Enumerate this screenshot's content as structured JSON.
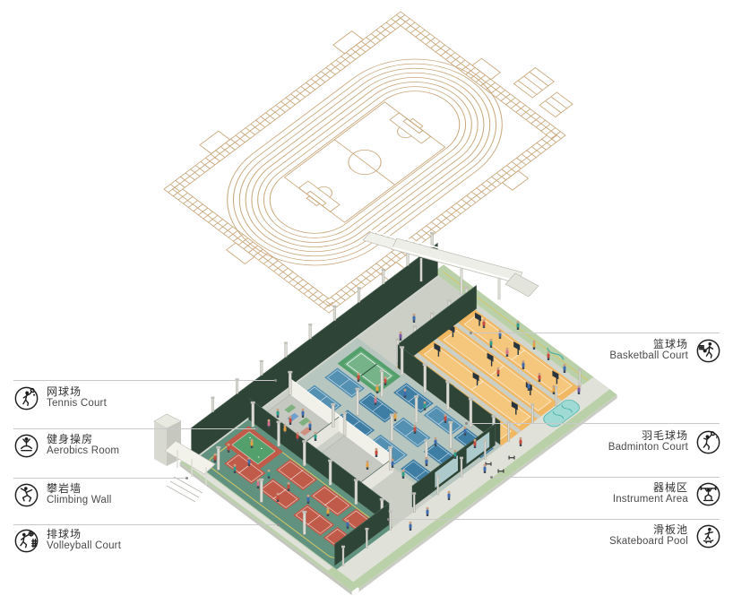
{
  "labels": {
    "left": [
      {
        "zh": "网球场",
        "en": "Tennis Court",
        "icon": "tennis-player-icon"
      },
      {
        "zh": "健身操房",
        "en": "Aerobics Room",
        "icon": "meditation-icon"
      },
      {
        "zh": "攀岩墙",
        "en": "Climbing Wall",
        "icon": "climber-icon"
      },
      {
        "zh": "排球场",
        "en": "Volleyball Court",
        "icon": "volleyball-player-icon"
      }
    ],
    "right": [
      {
        "zh": "篮球场",
        "en": "Basketball Court",
        "icon": "basketball-player-icon"
      },
      {
        "zh": "羽毛球场",
        "en": "Badminton Court",
        "icon": "badminton-player-icon"
      },
      {
        "zh": "器械区",
        "en": "Instrument Area",
        "icon": "weightlifter-icon"
      },
      {
        "zh": "滑板池",
        "en": "Skateboard Pool",
        "icon": "skateboarder-icon"
      }
    ]
  },
  "palette": {
    "track": "#c9a77b",
    "slab": "#d3d6cd",
    "aisle": "#cbcfc5",
    "sage": "#b7c6be",
    "orange": "#f1b863",
    "orange_light": "#f5c77d",
    "blue": "#3e7ea4",
    "blue2": "#5490b2",
    "teal": "#60927f",
    "red": "#c05b49",
    "red_light": "#ca6f5d",
    "green": "#54a06c",
    "green_light": "#76b389",
    "wall": "#2e4437",
    "white_wall": "#f1f0e9",
    "platform": "#c6c8c2",
    "column": "#dbdbd3",
    "hoop": "#27343d",
    "apron": "#bad0a8",
    "path": "#e0e2d9",
    "pool": "#9fdbd4",
    "pool_line": "#4fb3a9",
    "yellow": "#d5c766",
    "leader": "#c9c9c9"
  },
  "scene": {
    "people_colors": [
      "#c64a3d",
      "#3e6cb0",
      "#2f9d88",
      "#e6a23c",
      "#7b55a7",
      "#d4718f"
    ],
    "people": [
      [
        540,
        366,
        0
      ],
      [
        558,
        378,
        1
      ],
      [
        578,
        368,
        2
      ],
      [
        596,
        390,
        3
      ],
      [
        612,
        402,
        0
      ],
      [
        630,
        416,
        1
      ],
      [
        646,
        440,
        4
      ],
      [
        566,
        398,
        5
      ],
      [
        584,
        412,
        1
      ],
      [
        602,
        426,
        0
      ],
      [
        548,
        388,
        2
      ],
      [
        618,
        440,
        3
      ],
      [
        590,
        436,
        1
      ],
      [
        556,
        420,
        0
      ],
      [
        462,
        360,
        1
      ],
      [
        447,
        380,
        4
      ],
      [
        430,
        430,
        0
      ],
      [
        452,
        444,
        1
      ],
      [
        474,
        458,
        2
      ],
      [
        497,
        472,
        0
      ],
      [
        519,
        486,
        1
      ],
      [
        441,
        470,
        3
      ],
      [
        463,
        484,
        0
      ],
      [
        486,
        498,
        1
      ],
      [
        508,
        512,
        2
      ],
      [
        419,
        452,
        5
      ],
      [
        530,
        500,
        0
      ],
      [
        476,
        520,
        1
      ],
      [
        400,
        426,
        0
      ],
      [
        421,
        439,
        3
      ],
      [
        310,
        466,
        2
      ],
      [
        324,
        474,
        0
      ],
      [
        338,
        466,
        1
      ],
      [
        318,
        484,
        3
      ],
      [
        332,
        492,
        0
      ],
      [
        300,
        478,
        5
      ],
      [
        346,
        480,
        1
      ],
      [
        352,
        492,
        2
      ],
      [
        420,
        510,
        0
      ],
      [
        438,
        522,
        1
      ],
      [
        410,
        524,
        3
      ],
      [
        450,
        534,
        2
      ],
      [
        255,
        505,
        0
      ],
      [
        278,
        520,
        1
      ],
      [
        300,
        534,
        2
      ],
      [
        322,
        548,
        0
      ],
      [
        344,
        562,
        1
      ],
      [
        366,
        576,
        3
      ],
      [
        310,
        560,
        0
      ],
      [
        288,
        545,
        5
      ],
      [
        388,
        590,
        1
      ],
      [
        262,
        528,
        2
      ],
      [
        240,
        516,
        0
      ],
      [
        281,
        500,
        3
      ],
      [
        541,
        528,
        1
      ],
      [
        501,
        558,
        1
      ],
      [
        477,
        576,
        1
      ],
      [
        581,
        498,
        0
      ],
      [
        458,
        592,
        1
      ]
    ],
    "equipment": [
      [
        545,
        519
      ],
      [
        559,
        527
      ],
      [
        571,
        512
      ]
    ]
  }
}
